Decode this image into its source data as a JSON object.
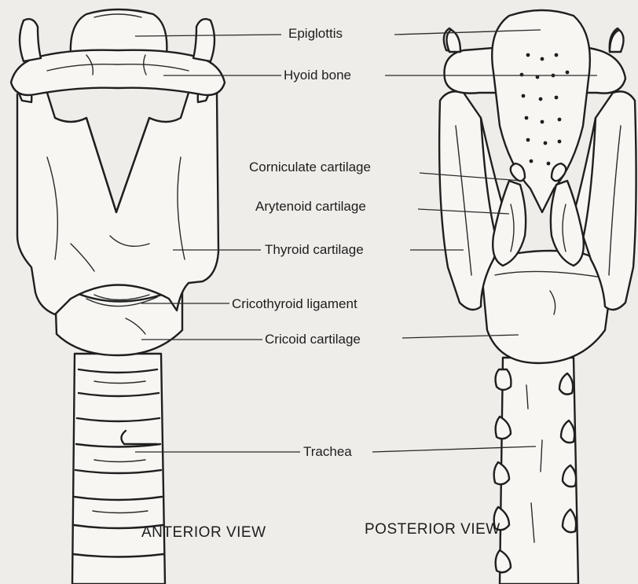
{
  "labels": {
    "epiglottis": "Epiglottis",
    "hyoid_bone": "Hyoid bone",
    "corniculate": "Corniculate cartilage",
    "arytenoid": "Arytenoid cartilage",
    "thyroid": "Thyroid cartilage",
    "cricothyroid": "Cricothyroid ligament",
    "cricoid": "Cricoid cartilage",
    "trachea": "Trachea"
  },
  "views": {
    "anterior": "ANTERIOR VIEW",
    "posterior": "POSTERIOR VIEW"
  },
  "colors": {
    "background": "#efede9",
    "ink": "#1f1f1f"
  }
}
